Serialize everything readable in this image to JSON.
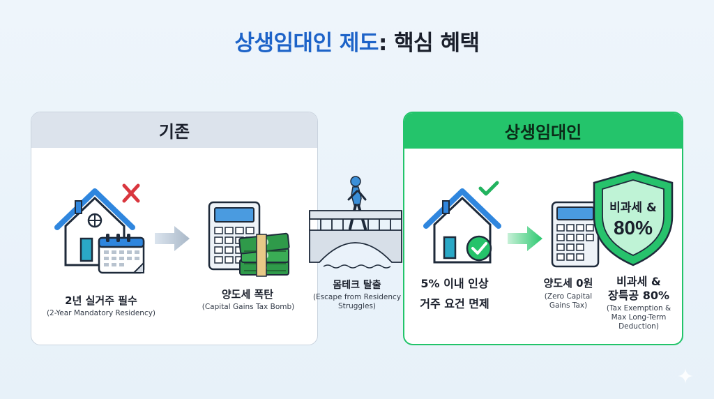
{
  "title": {
    "accent": "상생임대인 제도",
    "rest": ": 핵심 혜택"
  },
  "left_panel": {
    "heading": "기존",
    "items": [
      {
        "label": "2년 실거주 필수",
        "sub": "(2-Year Mandatory Residency)"
      },
      {
        "label": "양도세 폭탄",
        "sub": "(Capital Gains Tax Bomb)"
      }
    ]
  },
  "bridge": {
    "label": "몸테크 탈출",
    "sub_line1": "(Escape from Residency",
    "sub_line2": "Struggles)"
  },
  "right_panel": {
    "heading": "상생임대인",
    "items": [
      {
        "label_line1": "5% 이내 인상",
        "label_line2": "거주 요건 면제"
      },
      {
        "label": "양도세 0원",
        "sub_line1": "(Zero Capital",
        "sub_line2": "Gains Tax)"
      },
      {
        "label_line1": "비과세 &",
        "label_line2": "장특공 80%",
        "sub_line1": "(Tax Exemption &",
        "sub_line2": "Max Long-Term",
        "sub_line3": "Deduction)"
      }
    ],
    "shield": {
      "line1": "비과세 &",
      "line2": "80%"
    }
  },
  "colors": {
    "blue": "#1d63c8",
    "green": "#22c46a",
    "red": "#d9363e",
    "cash": "#2f9a4a"
  },
  "icons": [
    "house-cross-icon",
    "calendar-icon",
    "arrow-right-icon",
    "calculator-icon",
    "cash-stack-icon",
    "bridge-icon",
    "walking-person-icon",
    "house-check-icon",
    "shield-icon",
    "sparkle-icon"
  ]
}
